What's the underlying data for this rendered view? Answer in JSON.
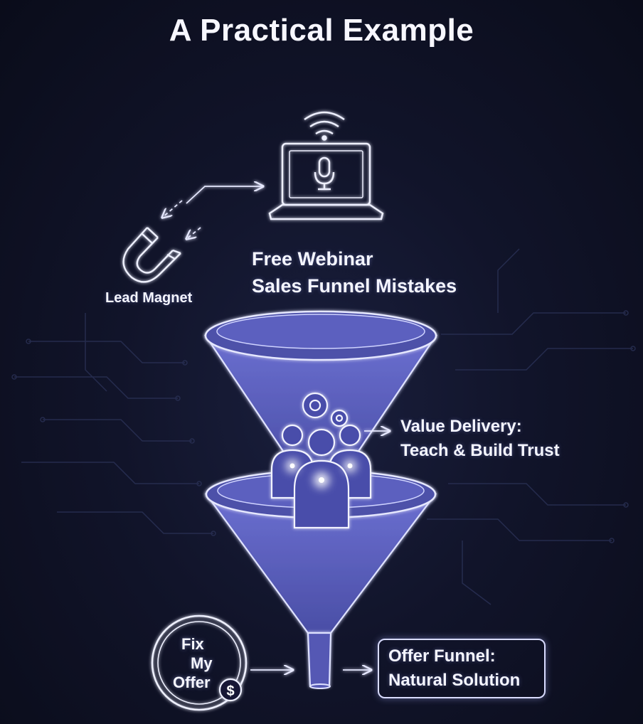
{
  "title": "A Practical Example",
  "lead_magnet": {
    "label": "Lead Magnet",
    "icon": "magnet-icon"
  },
  "webinar": {
    "line1": "Free Webinar",
    "line2": "Sales Funnel Mistakes",
    "icon": "laptop-microphone-icon"
  },
  "value_delivery": {
    "line1": "Value Delivery:",
    "line2": "Teach & Build Trust",
    "icon": "people-gears-icon"
  },
  "fix_offer": {
    "line1": "Fix",
    "line2": "My",
    "line3": "Offer",
    "symbol": "$",
    "icon": "dollar-badge-icon"
  },
  "offer_funnel": {
    "line1": "Offer Funnel:",
    "line2": "Natural Solution"
  },
  "colors": {
    "background": "#11142a",
    "funnel_fill": "#5b5fb8",
    "glow_stroke": "#e6e8ff",
    "circuit": "#2b3257"
  }
}
